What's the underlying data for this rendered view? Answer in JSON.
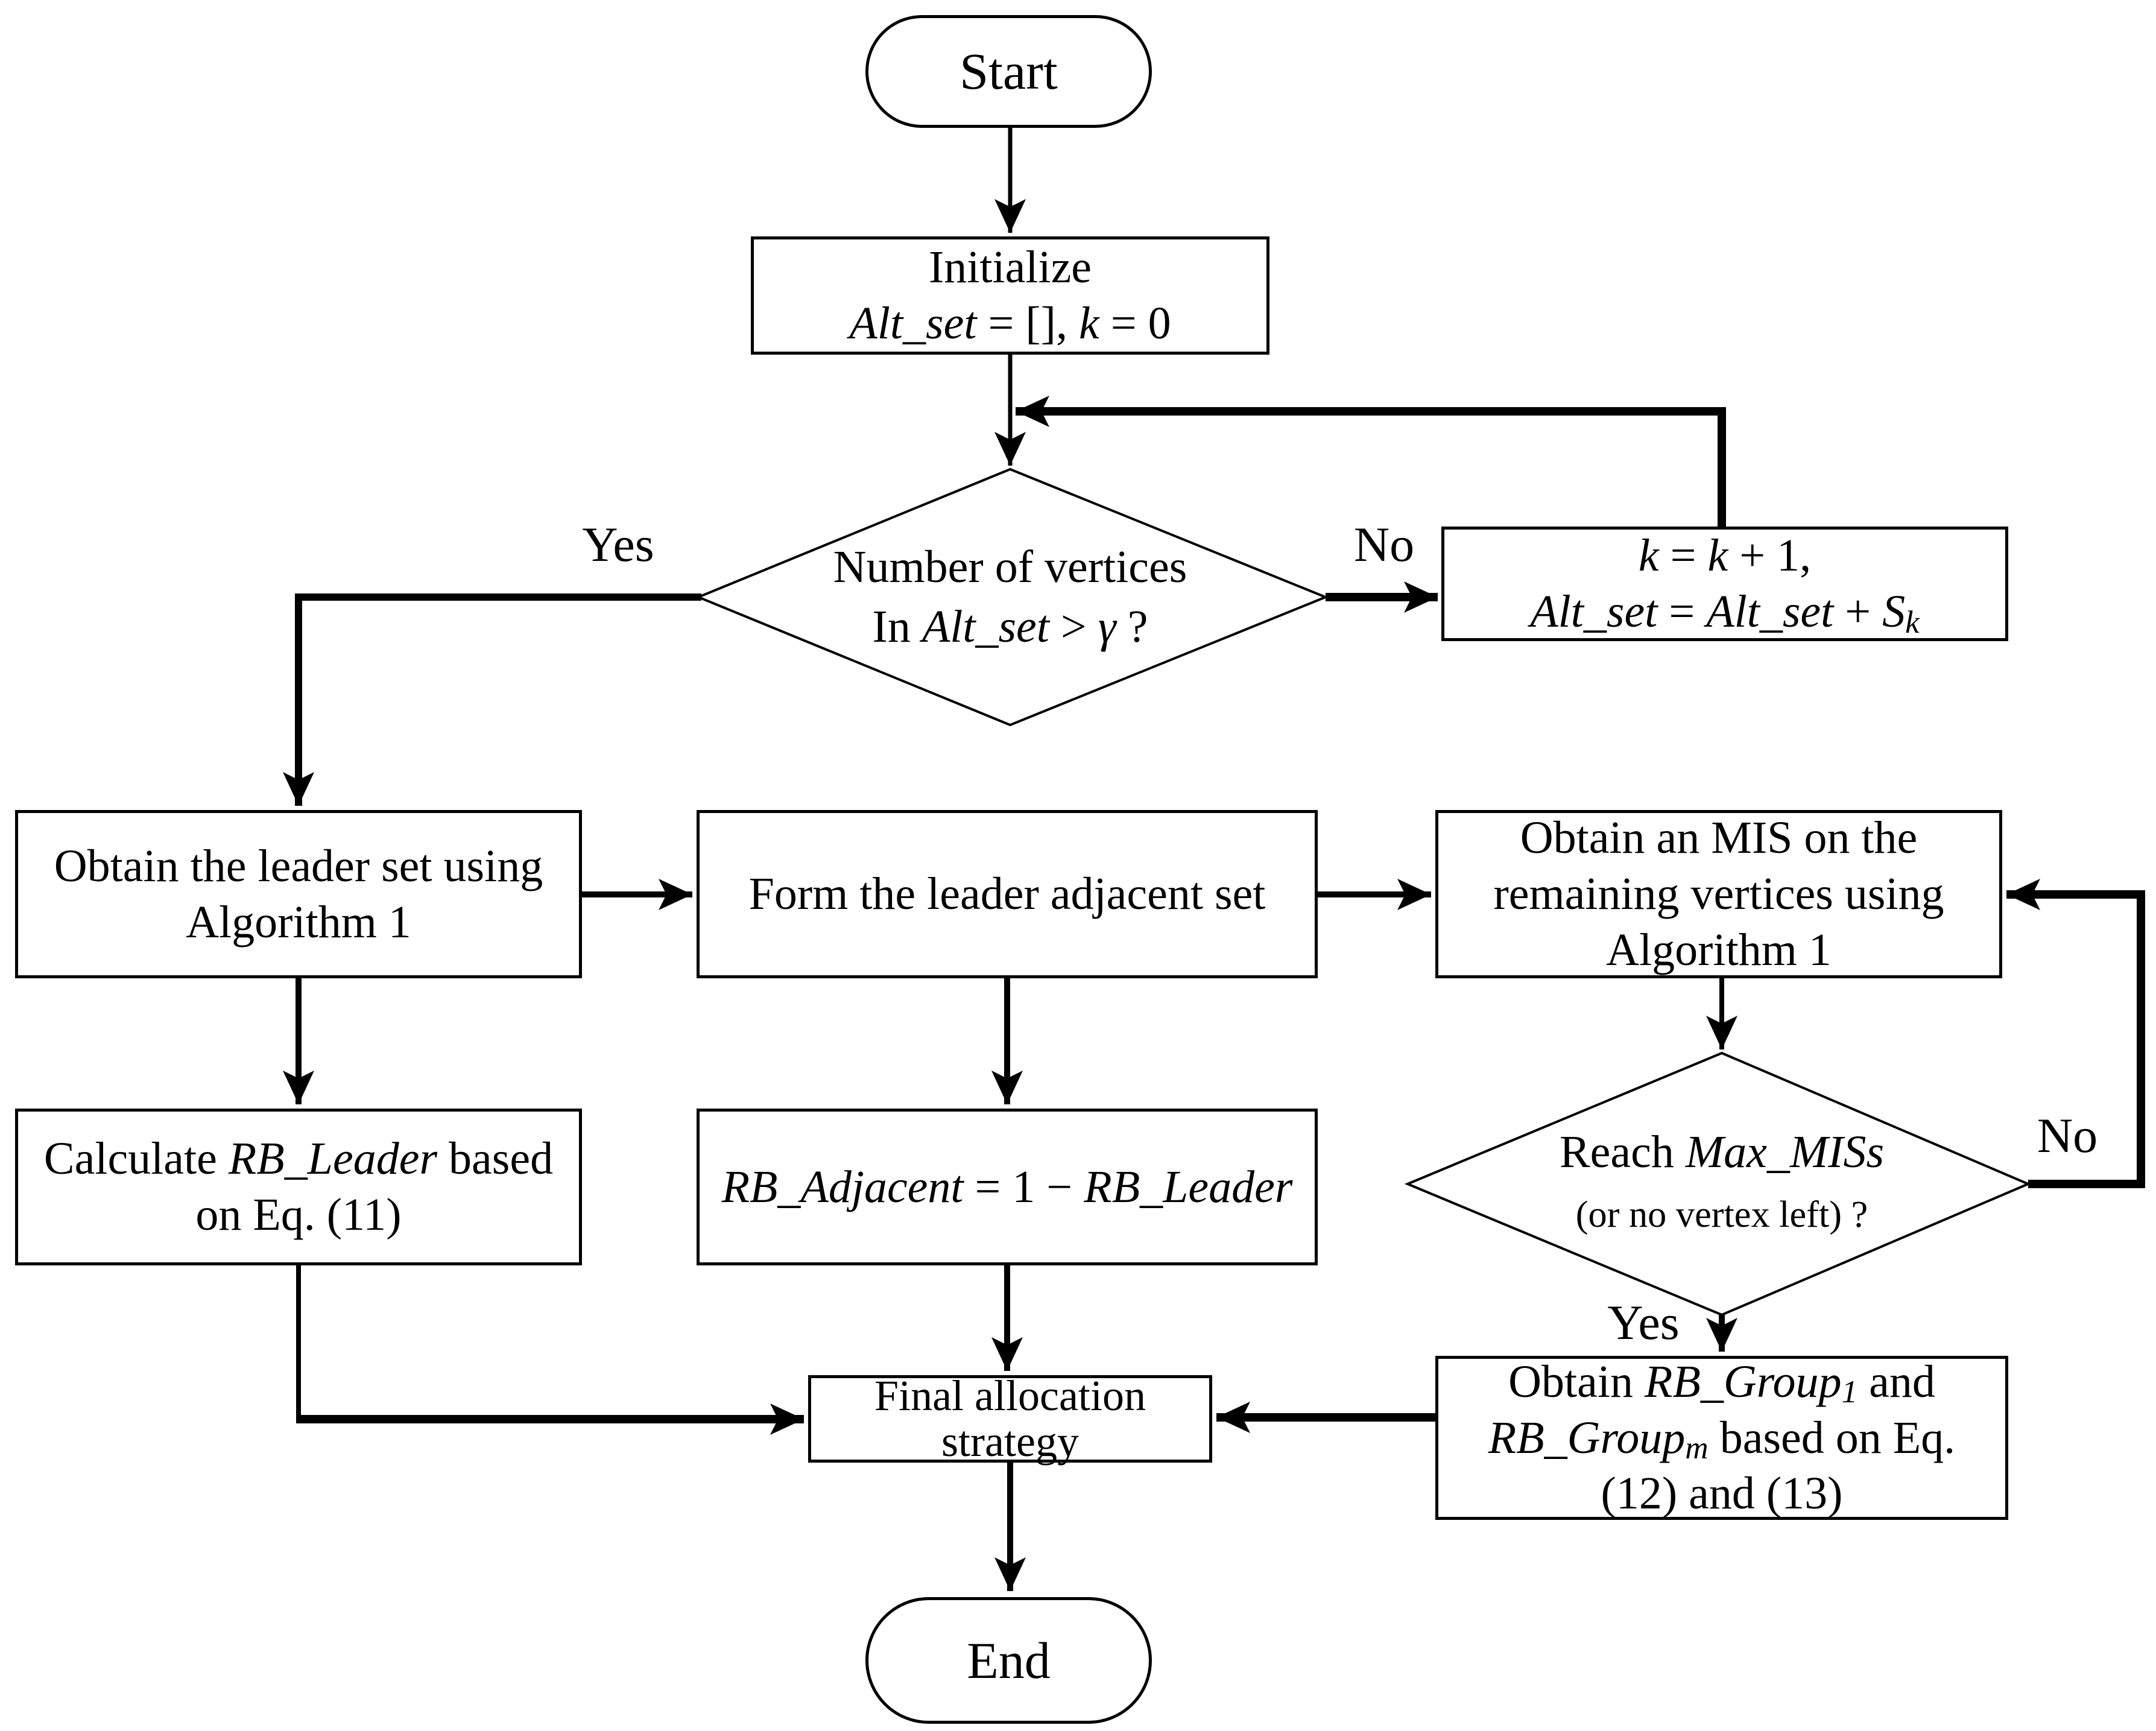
{
  "diagram": {
    "kind": "flowchart",
    "colors": {
      "line": "#000000",
      "background": "#ffffff",
      "node_fill": "#ffffff"
    }
  },
  "labels": {
    "yes1": "Yes",
    "no1": "No",
    "no2": "No",
    "yes2": "Yes"
  },
  "nodes": {
    "start": {
      "type": "terminator",
      "lines": [
        [
          {
            "t": "Start"
          }
        ]
      ]
    },
    "initialize": {
      "type": "process",
      "lines": [
        [
          {
            "t": "Initialize"
          }
        ],
        [
          {
            "t": "Alt_set",
            "s": "i"
          },
          {
            "t": " = [], "
          },
          {
            "t": "k",
            "s": "i"
          },
          {
            "t": " = 0"
          }
        ]
      ]
    },
    "decision_vertex_count": {
      "type": "decision",
      "lines": [
        [
          {
            "t": "Number of vertices"
          }
        ],
        [
          {
            "t": "In "
          },
          {
            "t": "Alt_set",
            "s": "i"
          },
          {
            "t": " > "
          },
          {
            "t": "γ",
            "s": "i"
          },
          {
            "t": " ?"
          }
        ]
      ]
    },
    "increment_k": {
      "type": "process",
      "lines": [
        [
          {
            "t": "k",
            "s": "i"
          },
          {
            "t": " =  "
          },
          {
            "t": "k",
            "s": "i"
          },
          {
            "t": " + 1,"
          }
        ],
        [
          {
            "t": "Alt_set",
            "s": "i"
          },
          {
            "t": " = "
          },
          {
            "t": "Alt_set",
            "s": "i"
          },
          {
            "t": " + "
          },
          {
            "t": "S",
            "s": "i"
          },
          {
            "t": "k",
            "s": "sub"
          }
        ]
      ]
    },
    "leader_set": {
      "type": "process",
      "lines": [
        [
          {
            "t": "Obtain the leader set using"
          }
        ],
        [
          {
            "t": "Algorithm 1"
          }
        ]
      ]
    },
    "adjacent_set": {
      "type": "process",
      "lines": [
        [
          {
            "t": "Form the leader adjacent set"
          }
        ]
      ]
    },
    "mis": {
      "type": "process",
      "lines": [
        [
          {
            "t": "Obtain an MIS on the"
          }
        ],
        [
          {
            "t": "remaining vertices using"
          }
        ],
        [
          {
            "t": "Algorithm 1"
          }
        ]
      ]
    },
    "decision_max_miss": {
      "type": "decision",
      "lines": [
        [
          {
            "t": "Reach "
          },
          {
            "t": "Max_MISs",
            "s": "i"
          }
        ],
        [
          {
            "t": "(or no vertex left) ?",
            "s": "sm"
          }
        ]
      ]
    },
    "rb_leader": {
      "type": "process",
      "lines": [
        [
          {
            "t": "Calculate "
          },
          {
            "t": "RB_Leader",
            "s": "i"
          },
          {
            "t": " based"
          }
        ],
        [
          {
            "t": "on Eq. (11)"
          }
        ]
      ]
    },
    "rb_adjacent": {
      "type": "process",
      "lines": [
        [
          {
            "t": "RB_Adjacent",
            "s": "i"
          },
          {
            "t": " = 1 − "
          },
          {
            "t": "RB_Leader",
            "s": "i"
          }
        ]
      ]
    },
    "rb_group": {
      "type": "process",
      "lines": [
        [
          {
            "t": "Obtain "
          },
          {
            "t": "RB_Group",
            "s": "i"
          },
          {
            "t": "1",
            "s": "sub"
          },
          {
            "t": " and"
          }
        ],
        [
          {
            "t": "RB_Group",
            "s": "i"
          },
          {
            "t": "m",
            "s": "sub"
          },
          {
            "t": " based on Eq."
          }
        ],
        [
          {
            "t": "(12) and (13)"
          }
        ]
      ]
    },
    "final_allocation": {
      "type": "process",
      "lines": [
        [
          {
            "t": "Final allocation"
          }
        ],
        [
          {
            "t": "strategy"
          }
        ]
      ]
    },
    "end": {
      "type": "terminator",
      "lines": [
        [
          {
            "t": "End"
          }
        ]
      ]
    }
  }
}
